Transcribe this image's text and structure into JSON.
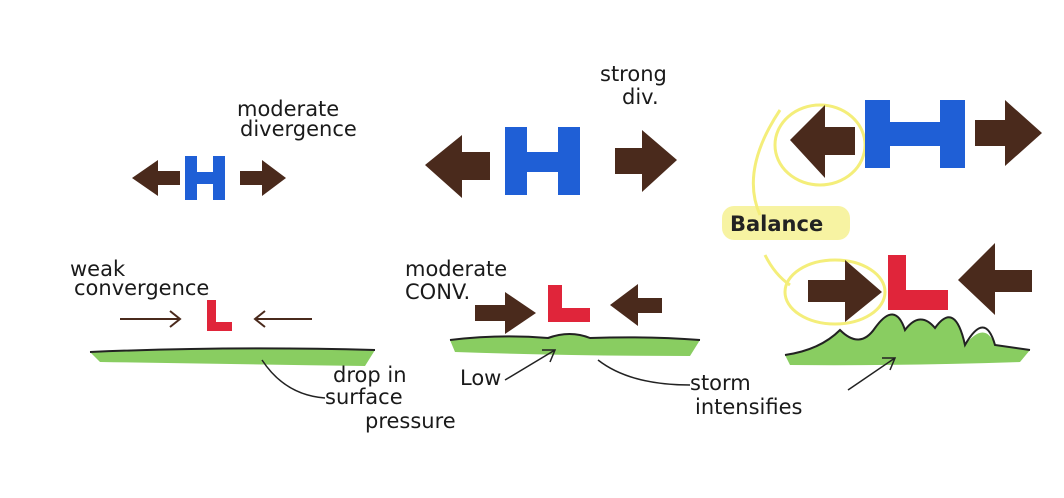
{
  "colors": {
    "high": "#1f5fd6",
    "low": "#e0253a",
    "arrow": "#4a2a1c",
    "ground": "#6cc13a",
    "highlight": "#f4ee7a"
  },
  "panels": [
    {
      "high_letter": "H",
      "low_letter": "L",
      "upper_label": [
        "moderate",
        "divergence"
      ],
      "lower_label": [
        "weak",
        "convergence"
      ]
    },
    {
      "high_letter": "H",
      "low_letter": "L",
      "upper_label": [
        "strong",
        "div."
      ],
      "lower_label": [
        "moderate",
        "CONV."
      ]
    },
    {
      "high_letter": "H",
      "low_letter": "L",
      "balance_label": "Balance"
    }
  ],
  "annotations": {
    "drop": [
      "drop in",
      "surface",
      "pressure"
    ],
    "low": "Low",
    "storm": [
      "storm",
      "intensifies"
    ]
  }
}
